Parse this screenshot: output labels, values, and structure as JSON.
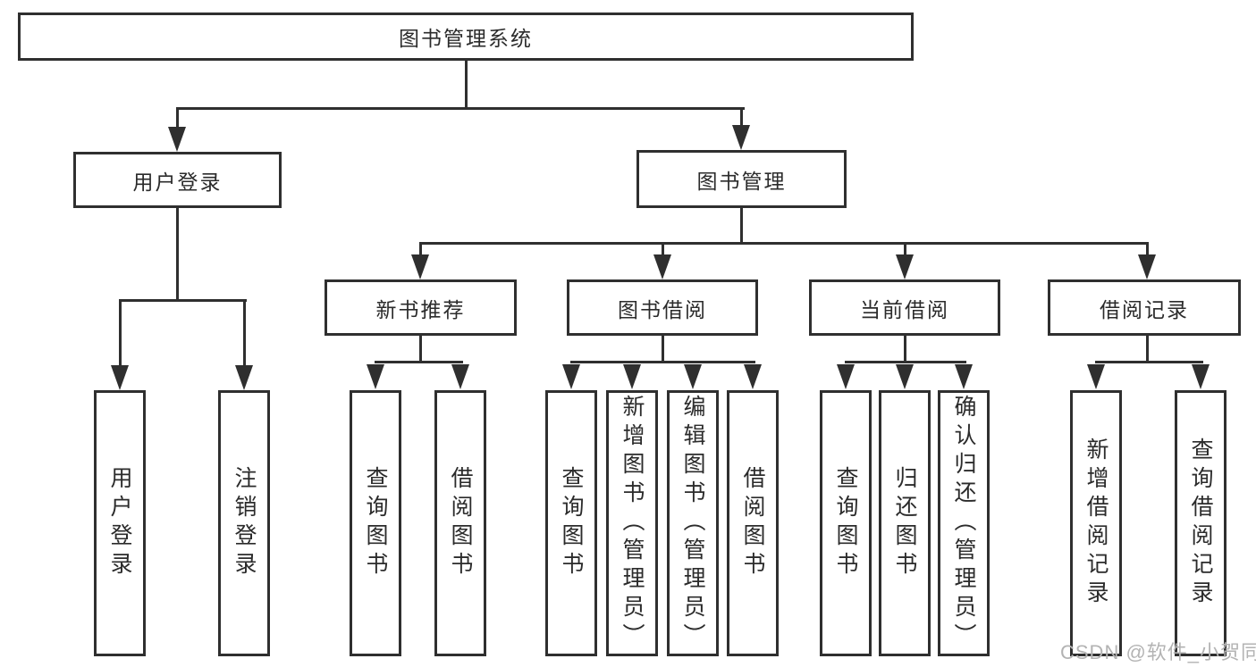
{
  "diagram": {
    "title": "图书管理系统",
    "user_login": {
      "label": "用户登录",
      "children": [
        "用户登录",
        "注销登录"
      ]
    },
    "book_mgmt": {
      "label": "图书管理",
      "modules": [
        {
          "label": "新书推荐",
          "children": [
            "查询图书",
            "借阅图书"
          ]
        },
        {
          "label": "图书借阅",
          "children": [
            "查询图书",
            "新增图书（管理员）",
            "编辑图书（管理员）",
            "借阅图书"
          ]
        },
        {
          "label": "当前借阅",
          "children": [
            "查询图书",
            "归还图书",
            "确认归还（管理员）"
          ]
        },
        {
          "label": "借阅记录",
          "children": [
            "新增借阅记录",
            "查询借阅记录"
          ]
        }
      ]
    }
  },
  "watermark": {
    "text": "CSDN @软件_小贺同学"
  },
  "colors": {
    "background": "#ffffff",
    "line": "#2f2f2f",
    "text": "#2b2b2b",
    "watermark": "#b3b3b3"
  }
}
